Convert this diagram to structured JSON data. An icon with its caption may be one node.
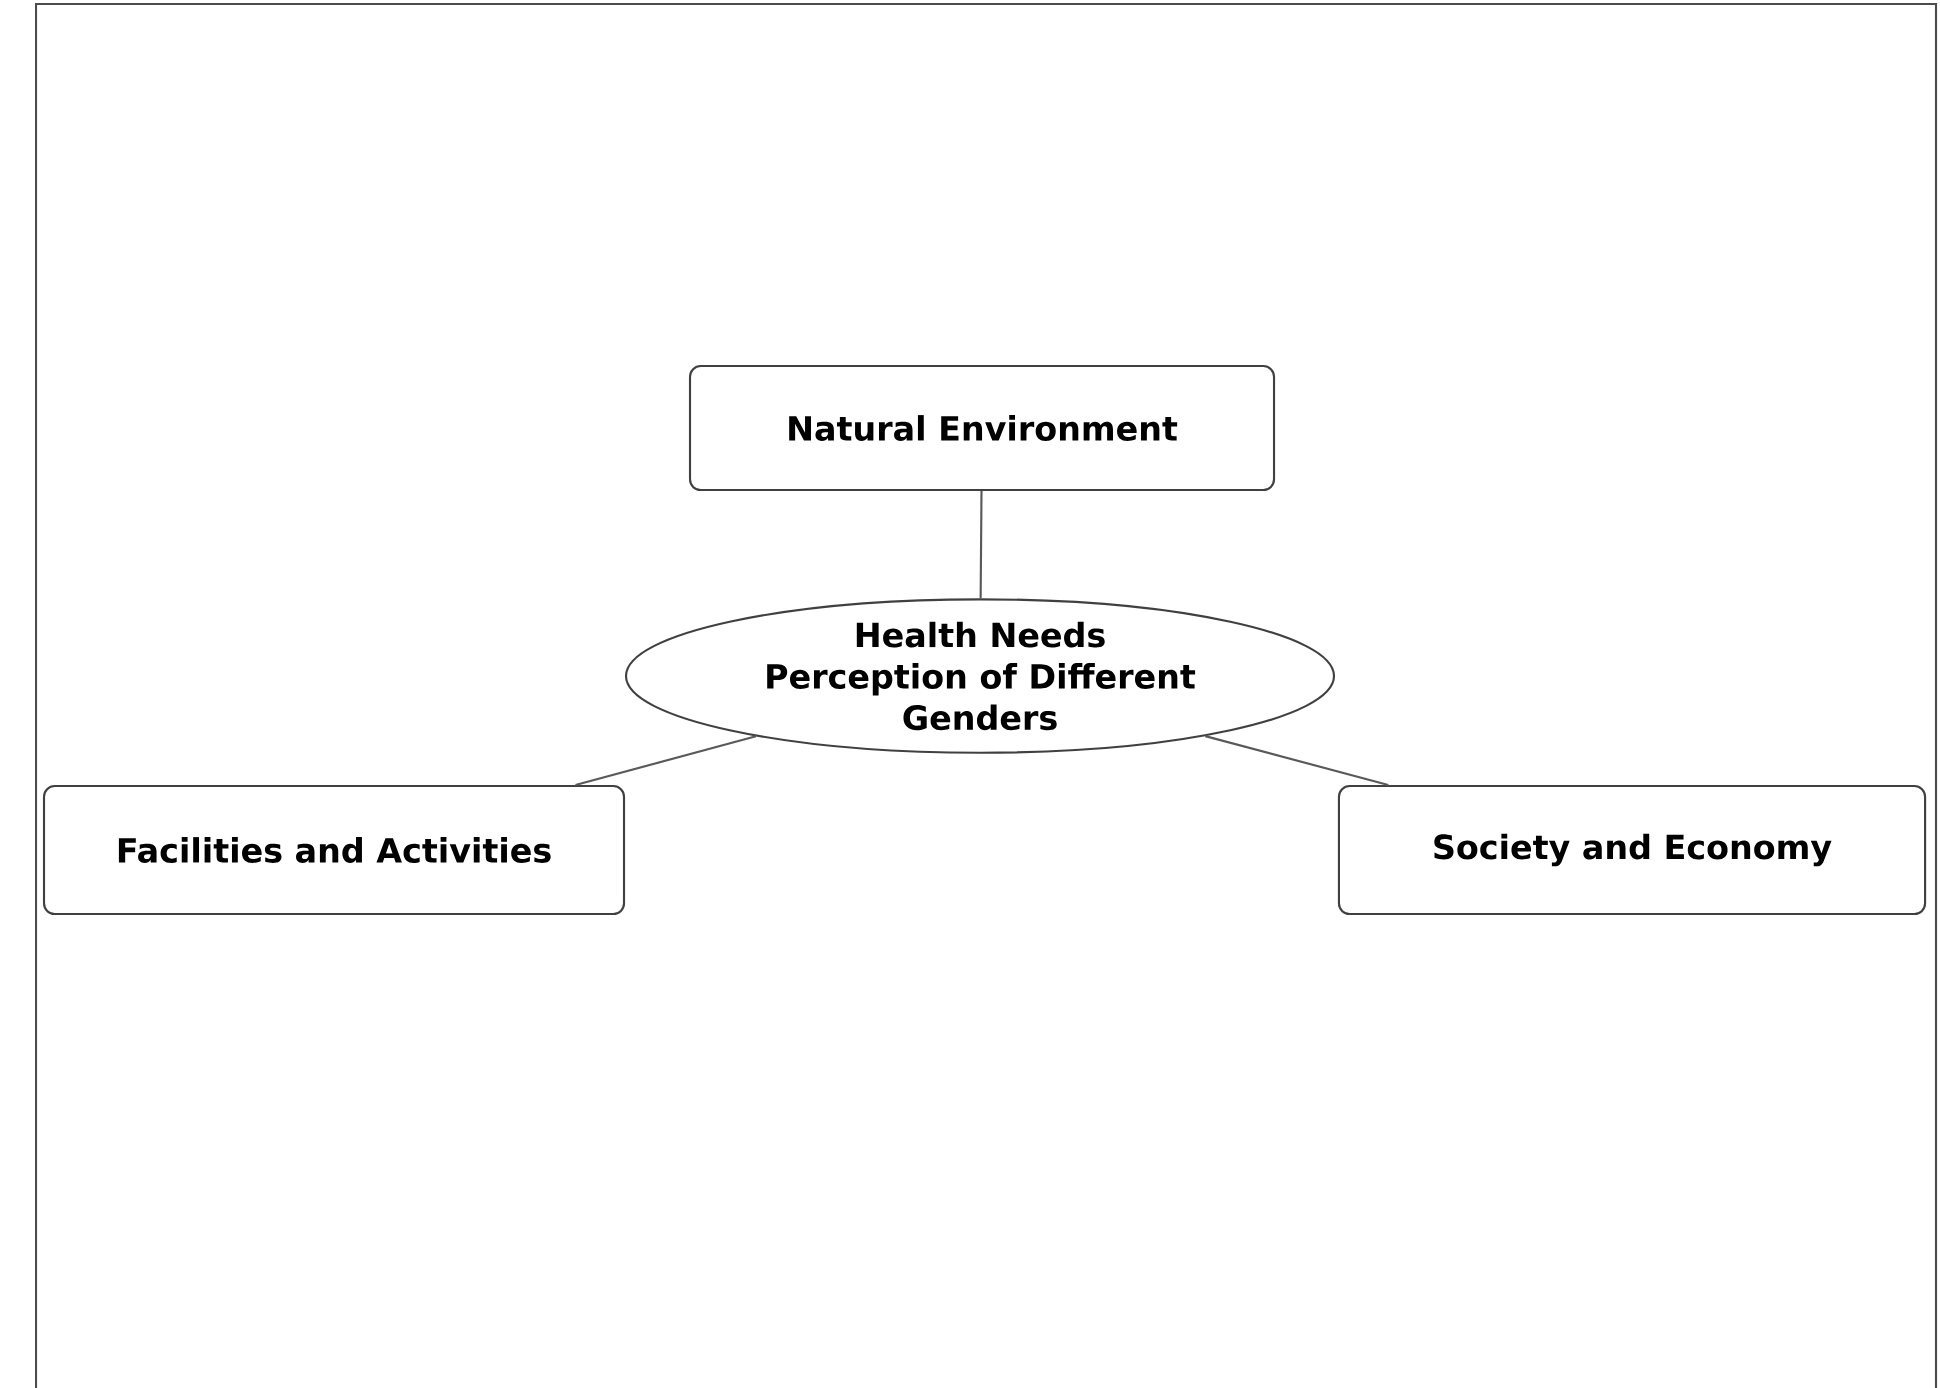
{
  "diagram": {
    "nodes": [
      {
        "text": [
          "Health Needs Perception of Different Genders"
        ]
      },
      {
        "text": [
          "Natural Environment"
        ]
      },
      {
        "text": [
          "Facilities and Activities"
        ]
      },
      {
        "text": [
          "Society and Economy"
        ]
      }
    ],
    "edges": [
      {
        "from": 0,
        "to": 1,
        "arrow": "none"
      },
      {
        "from": 0,
        "to": 2,
        "arrow": "none"
      },
      {
        "from": 0,
        "to": 3,
        "arrow": "none"
      }
    ]
  }
}
